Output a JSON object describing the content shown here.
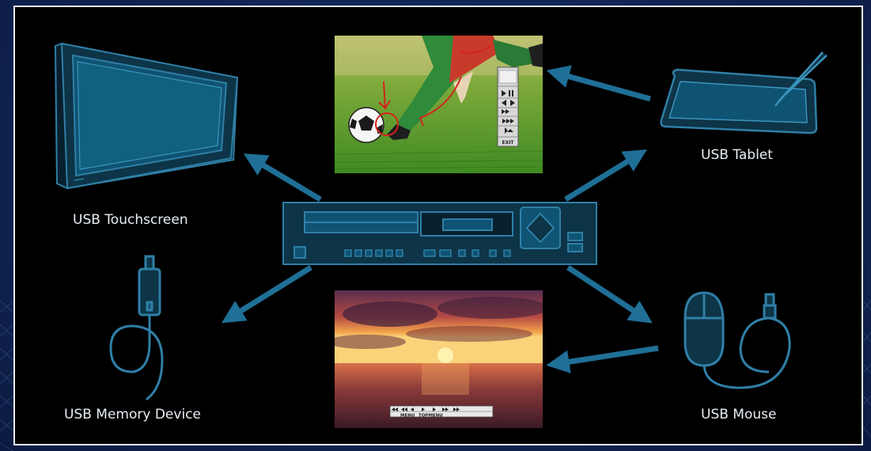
{
  "labels": {
    "touchscreen": "USB Touchscreen",
    "tablet": "USB Tablet",
    "memory": "USB Memory Device",
    "mouse": "USB Mouse"
  },
  "soccer_menu": {
    "exit": "EXIT"
  },
  "sunset_menu": {
    "menu": "MENU",
    "topmenu": "TOPMENU"
  },
  "colors": {
    "background": "#12285a",
    "frame_fill": "#000000",
    "frame_border": "#e8eef6",
    "device_stroke": "#2f7fa6",
    "device_fill": "#0d3447",
    "arrow": "#1f6f96",
    "label_text": "#e8eef6"
  }
}
